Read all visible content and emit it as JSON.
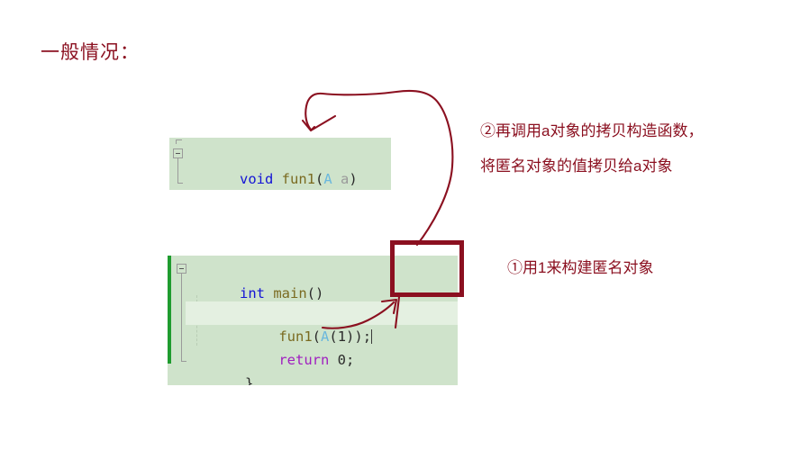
{
  "page": {
    "heading": "一般情况："
  },
  "editor": {
    "fun1_block": {
      "lines": [
        {
          "id": "fun1-signature",
          "tokens": [
            {
              "text": "void",
              "kind": "kw"
            },
            {
              "text": " ",
              "kind": "plain"
            },
            {
              "text": "fun1",
              "kind": "fn"
            },
            {
              "text": "(",
              "kind": "punct"
            },
            {
              "text": "A",
              "kind": "type"
            },
            {
              "text": " ",
              "kind": "plain"
            },
            {
              "text": "a",
              "kind": "param"
            },
            {
              "text": ")",
              "kind": "punct"
            }
          ]
        },
        {
          "id": "fun1-body",
          "tokens": [
            {
              "text": "{}",
              "kind": "punct"
            }
          ]
        }
      ]
    },
    "main_block": {
      "lines": [
        {
          "id": "main-signature",
          "tokens": [
            {
              "text": "int",
              "kind": "kw"
            },
            {
              "text": " ",
              "kind": "plain"
            },
            {
              "text": "main",
              "kind": "fn"
            },
            {
              "text": "()",
              "kind": "punct"
            }
          ]
        },
        {
          "id": "main-open-brace",
          "tokens": [
            {
              "text": "{",
              "kind": "punct"
            }
          ]
        },
        {
          "id": "main-call-fun1",
          "tokens": [
            {
              "text": "    ",
              "kind": "plain"
            },
            {
              "text": "fun1",
              "kind": "fn"
            },
            {
              "text": "(",
              "kind": "punct"
            },
            {
              "text": "A",
              "kind": "type"
            },
            {
              "text": "(",
              "kind": "punct"
            },
            {
              "text": "1",
              "kind": "num"
            },
            {
              "text": "));",
              "kind": "punct"
            }
          ]
        },
        {
          "id": "main-return",
          "tokens": [
            {
              "text": "    ",
              "kind": "plain"
            },
            {
              "text": "return",
              "kind": "ctrl"
            },
            {
              "text": " ",
              "kind": "plain"
            },
            {
              "text": "0",
              "kind": "num"
            },
            {
              "text": ";",
              "kind": "punct"
            }
          ]
        },
        {
          "id": "main-close-brace",
          "tokens": [
            {
              "text": "}",
              "kind": "punct"
            }
          ]
        }
      ]
    }
  },
  "annotations": {
    "step_two_line_one": "②再调用a对象的拷贝构造函数，",
    "step_two_line_two": "将匿名对象的值拷贝给a对象",
    "step_one": "①用1来构建匿名对象"
  },
  "colors": {
    "ink_red": "#8B1020",
    "code_background": "#cfe3cb",
    "current_line": "#e4f0e1",
    "change_bar_green": "#1f9c2f",
    "keyword_blue": "#1414d6",
    "control_purple": "#a020c0",
    "function_olive": "#7a6a20",
    "type_cyan": "#6bb8dd",
    "param_gray": "#9a9a9a"
  }
}
